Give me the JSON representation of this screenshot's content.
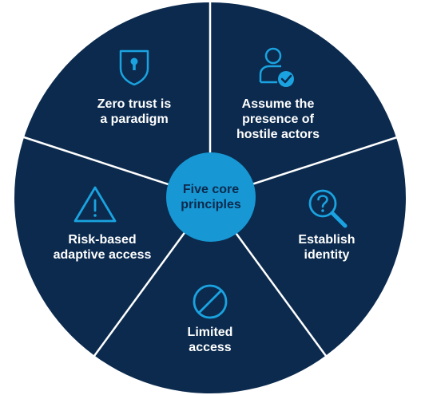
{
  "colors": {
    "wheel": "#0b2a4e",
    "divider": "#ffffff",
    "center": "#1798d4",
    "icon": "#1aa3e0",
    "text": "#ffffff"
  },
  "center": {
    "label": "Five core\nprinciples"
  },
  "principles": [
    {
      "label": "Zero trust is\na paradigm",
      "icon": "shield-lock-icon"
    },
    {
      "label": "Assume the\npresence of\nhostile actors",
      "icon": "user-check-icon"
    },
    {
      "label": "Establish\nidentity",
      "icon": "magnifier-question-icon"
    },
    {
      "label": "Limited\naccess",
      "icon": "prohibited-icon"
    },
    {
      "label": "Risk-based\nadaptive access",
      "icon": "warning-triangle-icon"
    }
  ]
}
